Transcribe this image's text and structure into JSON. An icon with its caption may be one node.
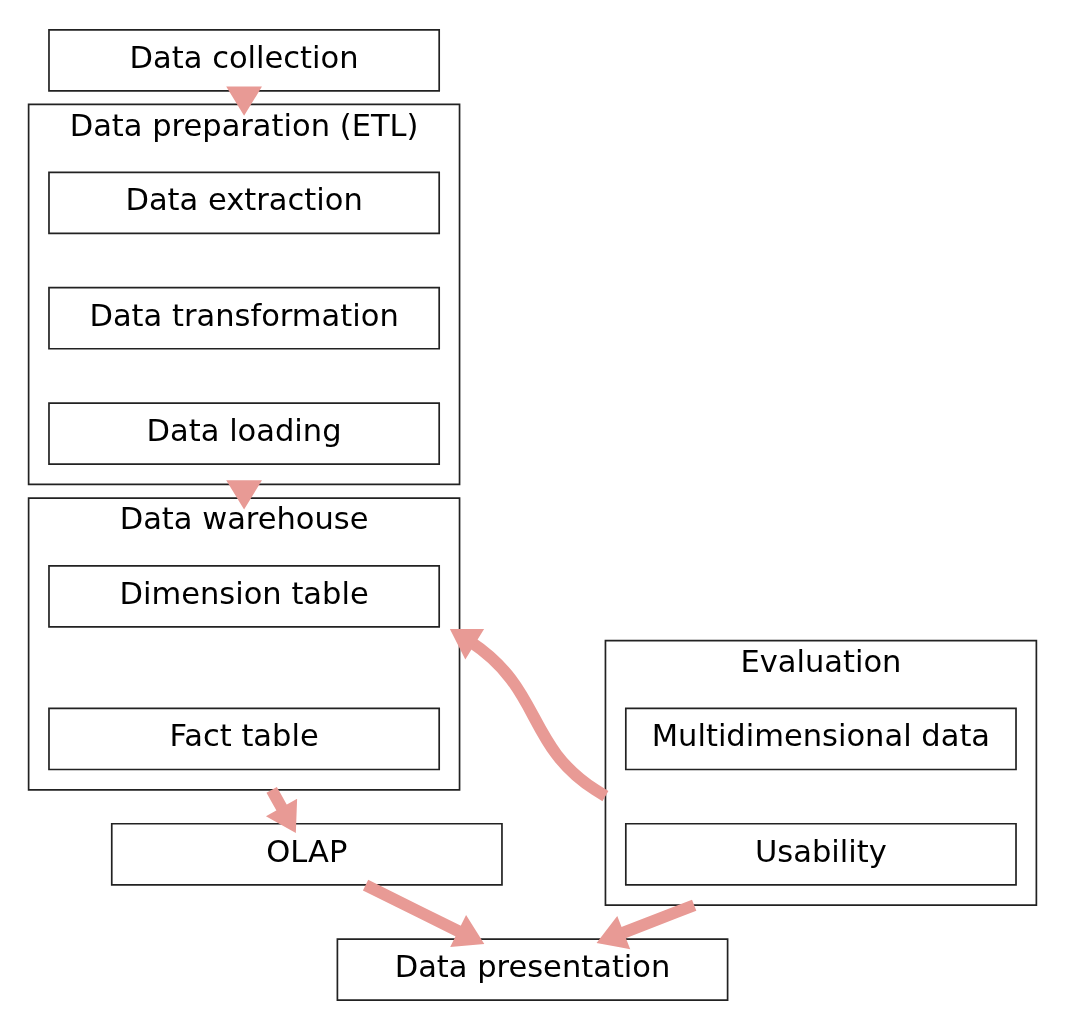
{
  "diagram": {
    "nodes": [
      {
        "text": [
          "Data collection"
        ]
      },
      {
        "text": [
          "Data preparation (ETL)"
        ]
      },
      {
        "text": [
          "Data extraction"
        ],
        "in": 1
      },
      {
        "text": [
          "Data transformation"
        ],
        "in": 1
      },
      {
        "text": [
          "Data loading"
        ],
        "in": 1
      },
      {
        "text": [
          "Data warehouse"
        ]
      },
      {
        "text": [
          "Dimension table"
        ],
        "in": 5
      },
      {
        "text": [
          "Fact table"
        ],
        "in": 5
      },
      {
        "text": [
          "OLAP"
        ]
      },
      {
        "text": [
          "Data presentation"
        ]
      },
      {
        "text": [
          "Evaluation"
        ]
      },
      {
        "text": [
          "Multidimensional data"
        ],
        "in": 10
      },
      {
        "text": [
          "Usability"
        ],
        "in": 10
      }
    ],
    "edges": [
      {
        "from": 0,
        "to": 1,
        "arrow": "to"
      },
      {
        "from": 1,
        "to": 5,
        "arrow": "to"
      },
      {
        "from": 10,
        "to": 5,
        "arrow": "to"
      },
      {
        "from": 5,
        "to": 8,
        "arrow": "to"
      },
      {
        "from": 8,
        "to": 9,
        "arrow": "to"
      },
      {
        "from": 10,
        "to": 9,
        "arrow": "to"
      }
    ]
  }
}
